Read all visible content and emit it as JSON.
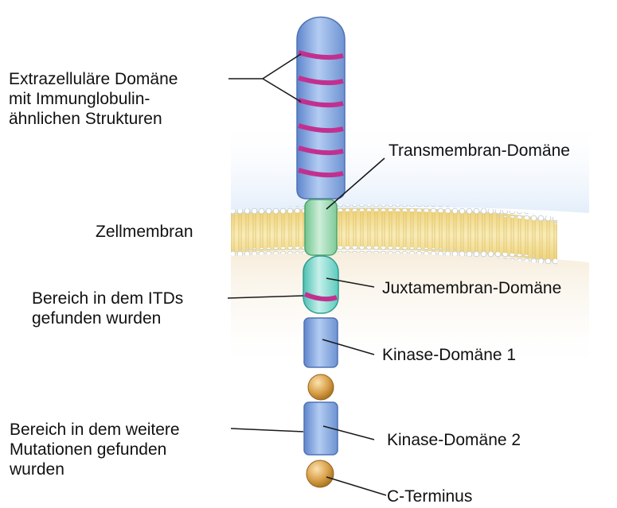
{
  "labels": {
    "extracellular": [
      "Extrazelluläre Domäne",
      "mit Immunglobulin-",
      "ähnlichen Strukturen"
    ],
    "transmembrane": "Transmembran-Domäne",
    "membrane": "Zellmembran",
    "itd_region": [
      "Bereich in dem ITDs",
      "gefunden wurden"
    ],
    "juxtamembrane": "Juxtamembran-Domäne",
    "kinase1": "Kinase-Domäne 1",
    "mutation_region": [
      "Bereich in dem weitere",
      "Mutationen gefunden",
      "wurden"
    ],
    "kinase2": "Kinase-Domäne 2",
    "cterminus": "C-Terminus"
  },
  "colors": {
    "extracellular_domain": "#8fb3e6",
    "ig_stripes": "#c2308f",
    "transmembrane_domain": "#9fdcb0",
    "juxtamembrane_domain": "#7fd8cf",
    "kinase_domain": "#8aaee6",
    "linker_ball": "#d9a04a",
    "membrane_lipid": "#f3dd8a",
    "extracellular_space": "#e6f0fa",
    "cytoplasm": "#faf3e4"
  }
}
